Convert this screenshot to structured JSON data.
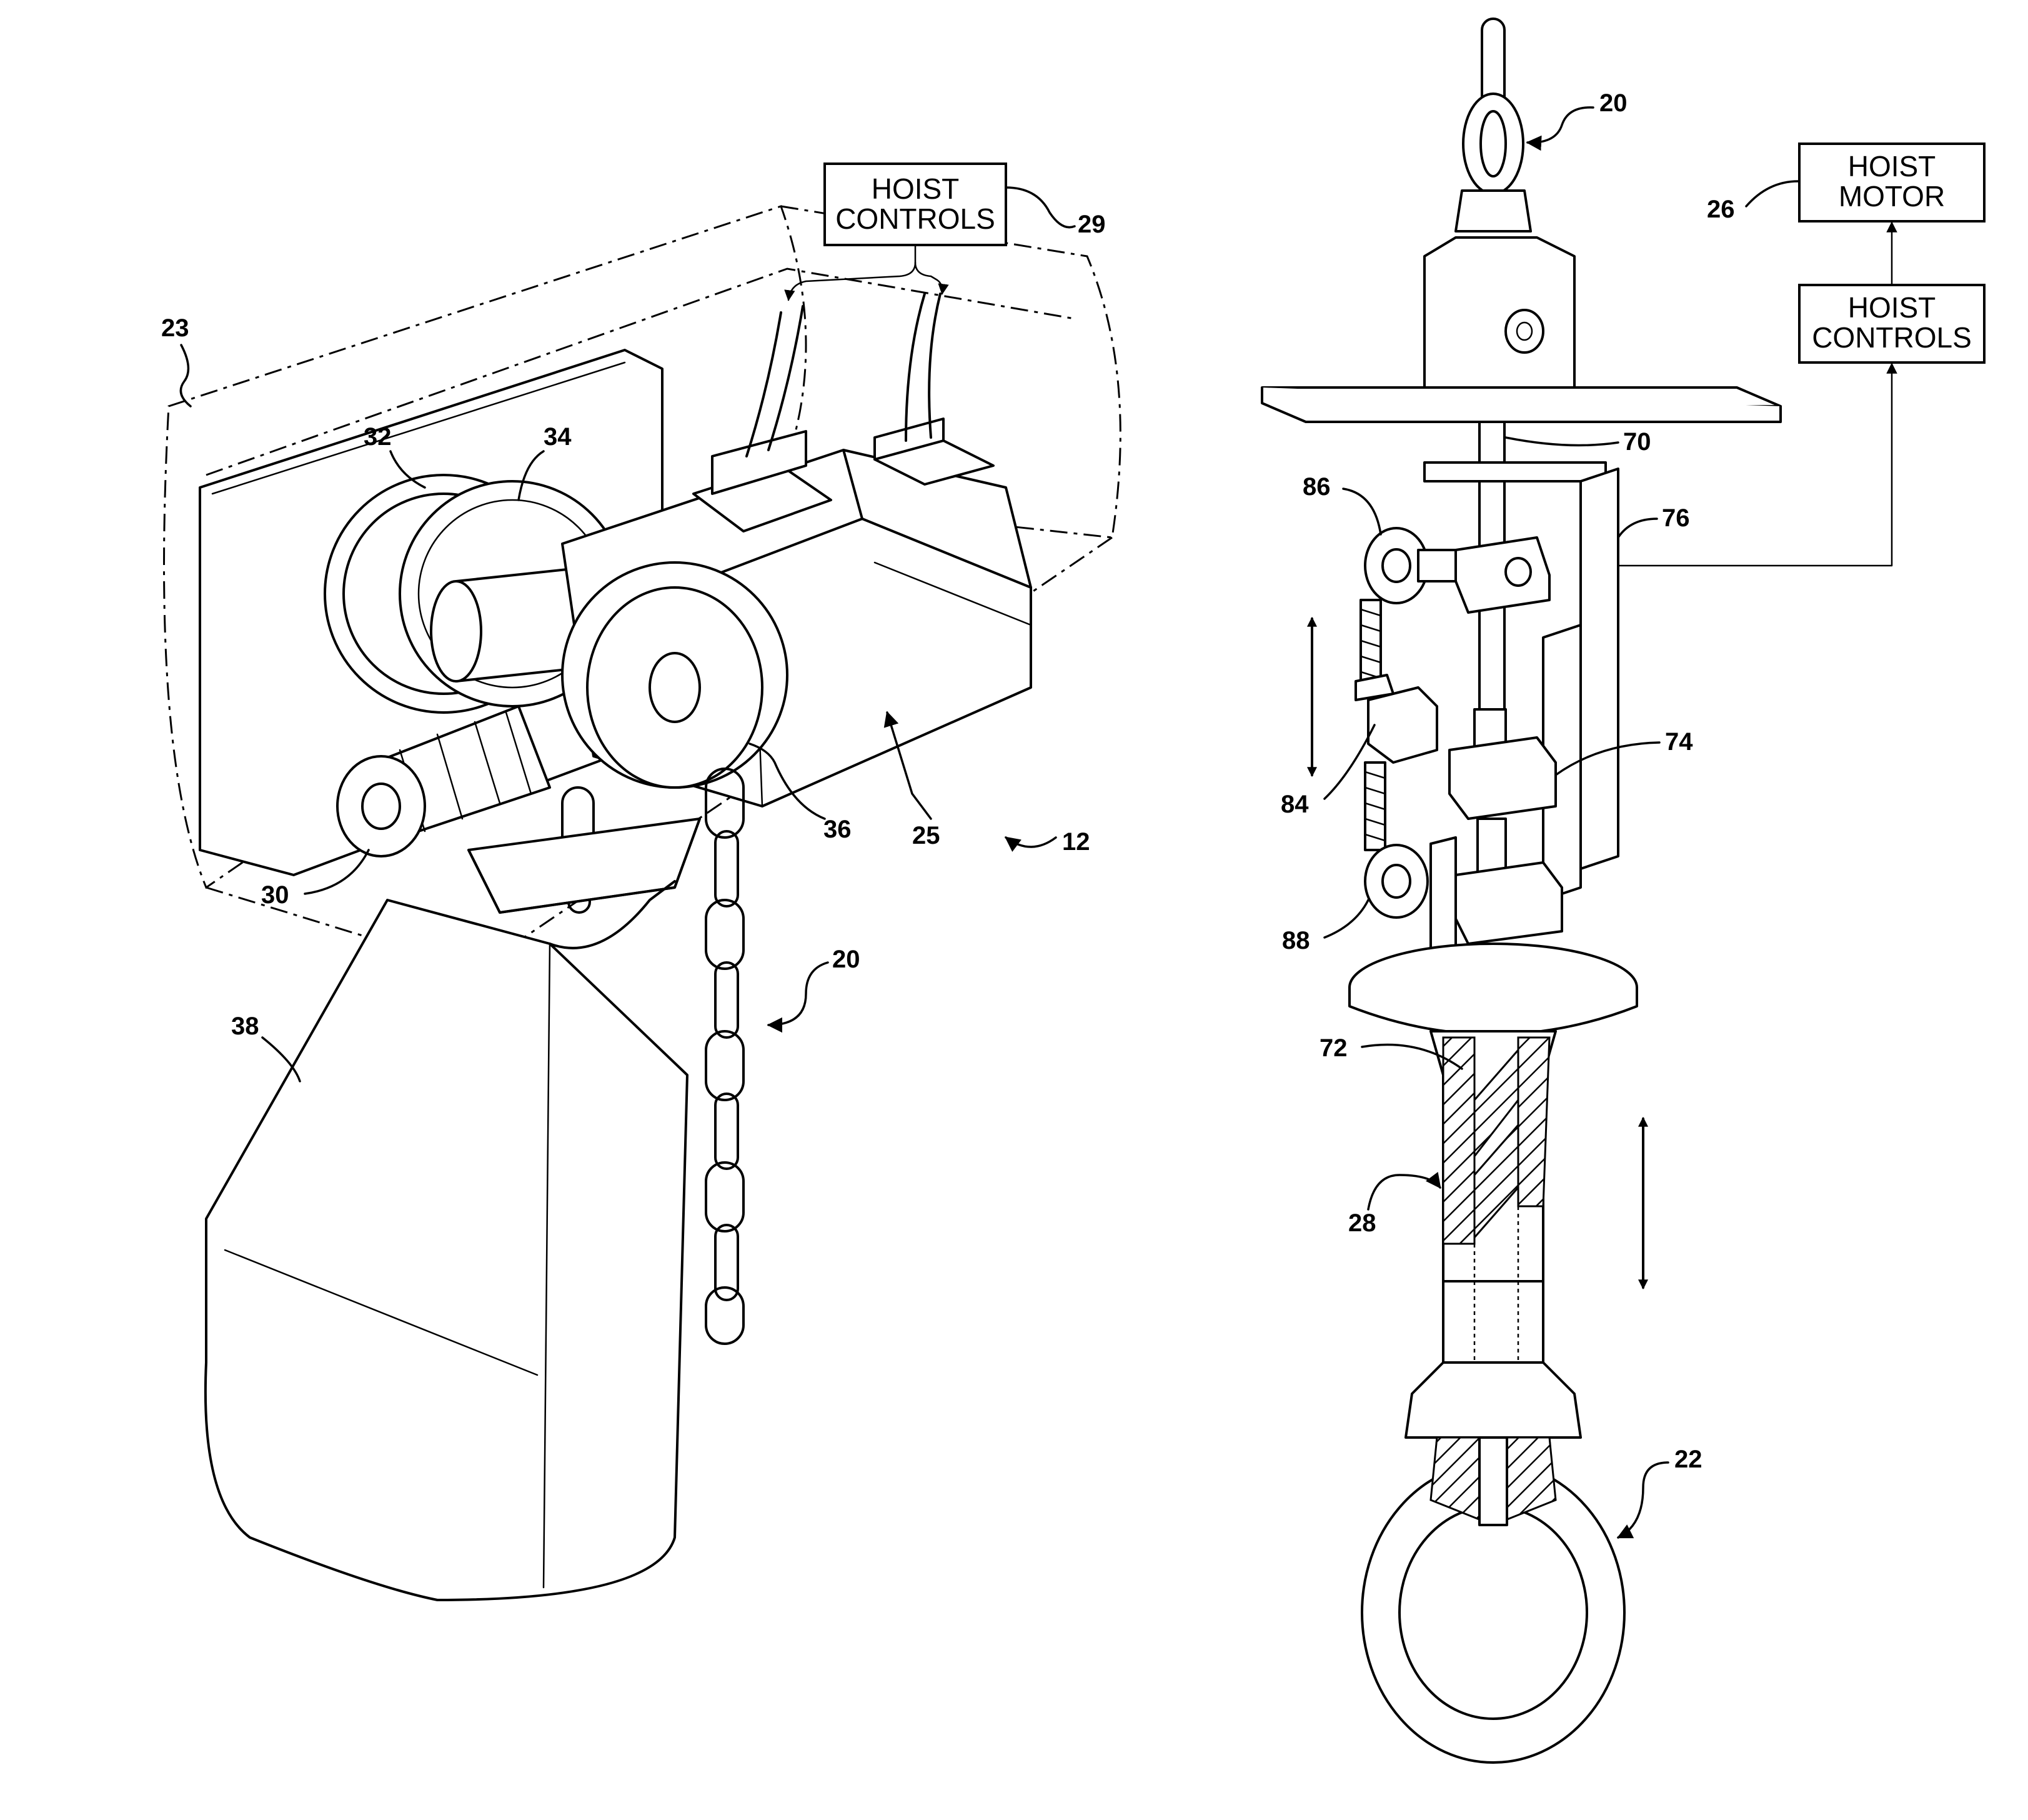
{
  "blocks": {
    "hoist_controls_left": [
      "HOIST",
      "CONTROLS"
    ],
    "hoist_motor": [
      "HOIST",
      "MOTOR"
    ],
    "hoist_controls_right": [
      "HOIST",
      "CONTROLS"
    ]
  },
  "refs": {
    "r12": "12",
    "r20_top": "20",
    "r20_chain": "20",
    "r22": "22",
    "r23": "23",
    "r25": "25",
    "r26": "26",
    "r28": "28",
    "r29": "29",
    "r30": "30",
    "r32": "32",
    "r34": "34",
    "r36": "36",
    "r38": "38",
    "r70": "70",
    "r72": "72",
    "r74": "74",
    "r76": "76",
    "r84": "84",
    "r86": "86",
    "r88": "88"
  },
  "colors": {
    "line": "#000000",
    "background": "#ffffff"
  }
}
